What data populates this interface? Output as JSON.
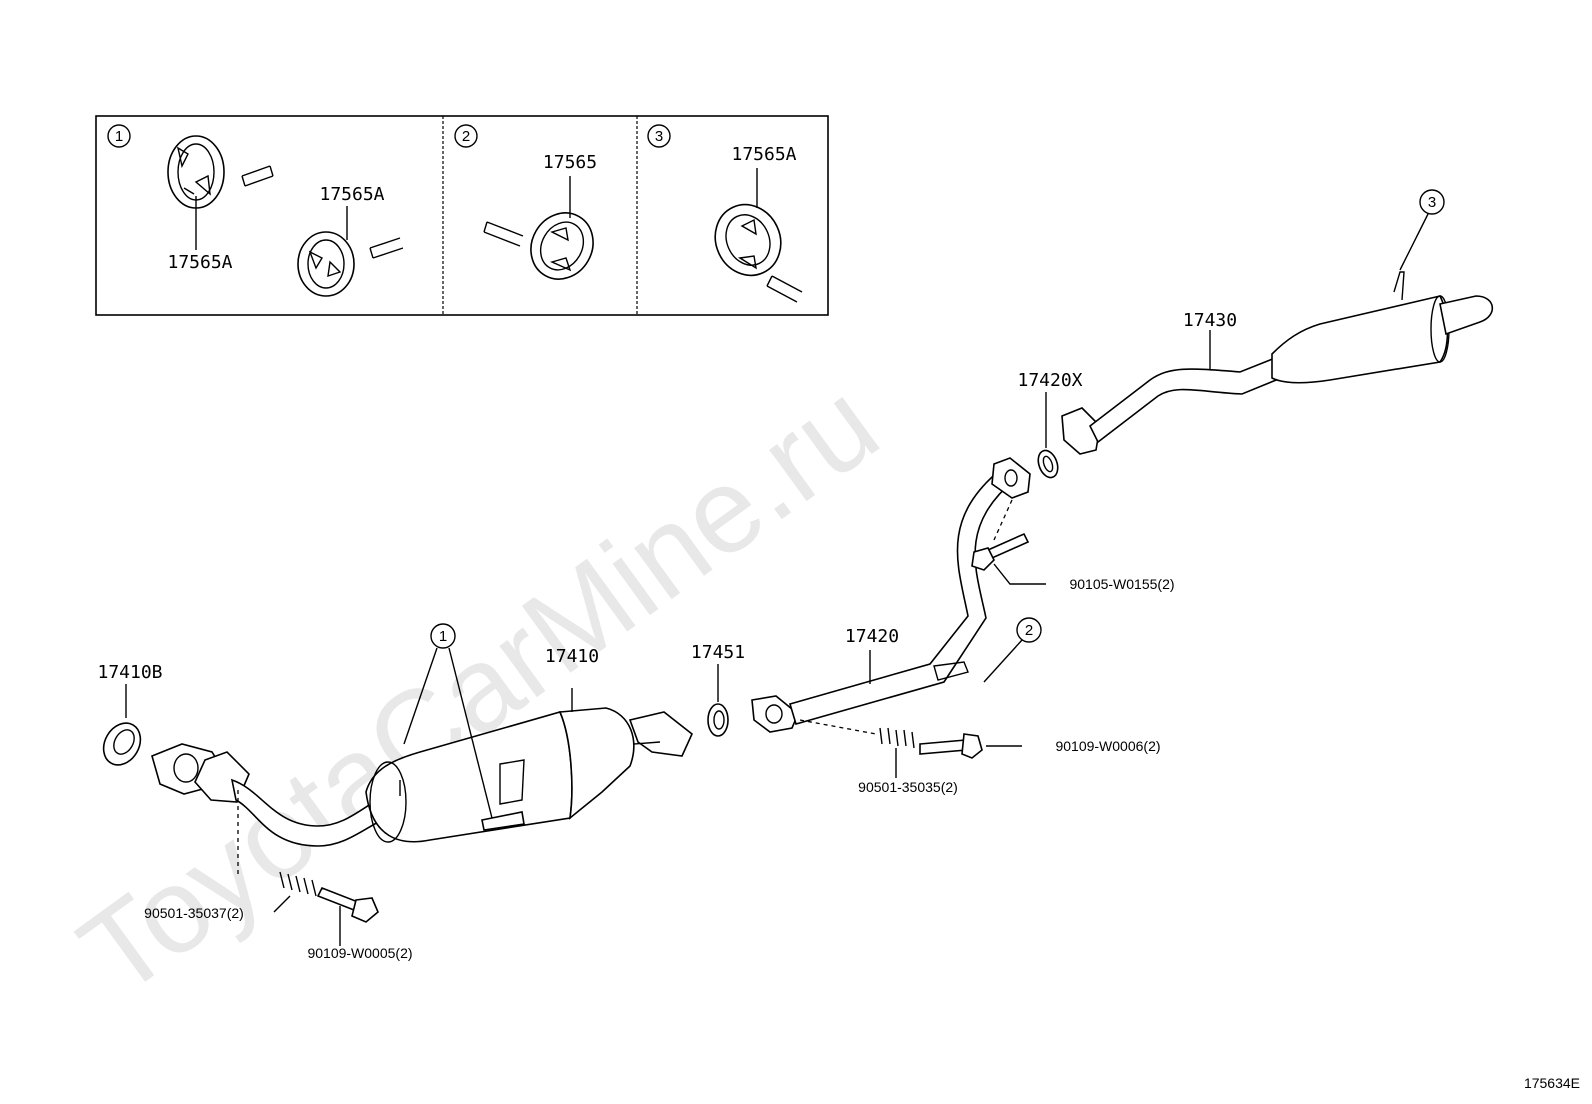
{
  "watermark": "ToyotaCarMine.ru",
  "diagram_code": "175634E",
  "inset": {
    "panels": [
      {
        "marker": "1",
        "labels": [
          "17565A",
          "17565A"
        ]
      },
      {
        "marker": "2",
        "labels": [
          "17565"
        ]
      },
      {
        "marker": "3",
        "labels": [
          "17565A"
        ]
      }
    ]
  },
  "callouts": {
    "c1": "1",
    "c2": "2",
    "c3": "3"
  },
  "parts": {
    "p17410B": "17410B",
    "p17410": "17410",
    "p17451": "17451",
    "p17420": "17420",
    "p17420X": "17420X",
    "p17430": "17430",
    "p90105": "90105-W0155(2)",
    "p90109a": "90109-W0006(2)",
    "p90501a": "90501-35035(2)",
    "p90501b": "90501-35037(2)",
    "p90109b": "90109-W0005(2)"
  }
}
